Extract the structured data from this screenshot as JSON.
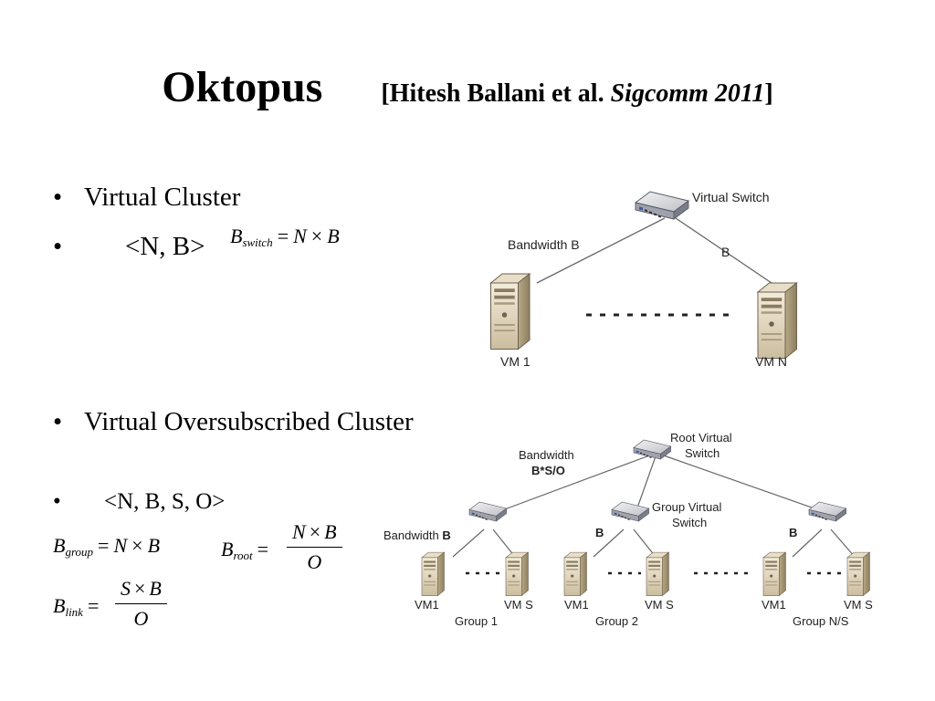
{
  "title": {
    "main": "Oktopus",
    "cite_open": "[Hitesh Ballani et al. ",
    "cite_venue": "Sigcomm 2011",
    "cite_close": "]"
  },
  "bullets": {
    "b1": "Virtual Cluster",
    "b2": "<N, B>",
    "b3": "Virtual Oversubscribed Cluster",
    "b4": "<N, B, S, O>",
    "glyph": "•"
  },
  "formulas": {
    "switch": {
      "lhs": "B",
      "sub": "switch",
      "eq": "=",
      "rhs_a": "N",
      "times": "×",
      "rhs_b": "B"
    },
    "group": {
      "lhs": "B",
      "sub": "group",
      "eq": "=",
      "rhs_a": "N",
      "times": "×",
      "rhs_b": "B"
    },
    "root": {
      "lhs": "B",
      "sub": "root",
      "eq": "=",
      "num_a": "N",
      "times": "×",
      "num_b": "B",
      "den": "O"
    },
    "link": {
      "lhs": "B",
      "sub": "link",
      "eq": "=",
      "num_a": "S",
      "times": "×",
      "num_b": "B",
      "den": "O"
    }
  },
  "diagram1": {
    "switch_label": "Virtual Switch",
    "left_link_label": "Bandwidth B",
    "right_link_label": "B",
    "vm_left": "VM 1",
    "vm_right": "VM N"
  },
  "diagram2": {
    "root_label_1": "Root Virtual",
    "root_label_2": "Switch",
    "root_bw_1": "Bandwidth",
    "root_bw_2": "B*S/O",
    "group_switch_1": "Group Virtual",
    "group_switch_2": "Switch",
    "bw_prefix": "Bandwidth ",
    "bw_value": "B",
    "b2": "B",
    "b3": "B",
    "vm1_a": "VM1",
    "vms_a": "VM S",
    "group_a": "Group 1",
    "vm1_b": "VM1",
    "vms_b": "VM S",
    "group_b": "Group 2",
    "vm1_c": "VM1",
    "vms_c": "VM S",
    "group_c": "Group N/S"
  }
}
